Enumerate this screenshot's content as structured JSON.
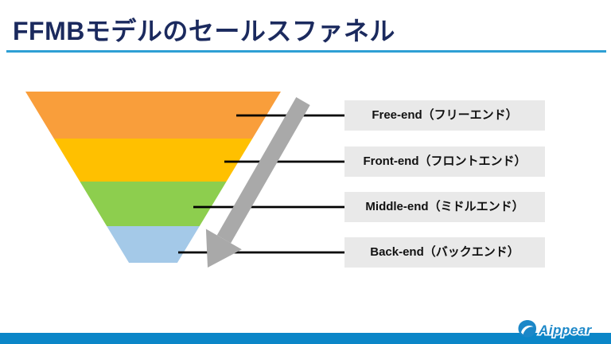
{
  "slide": {
    "title": "FFMBモデルのセールスファネル",
    "title_color": "#1B2A5E",
    "underline_color": "#2E9FD4",
    "background_color": "#FFFFFF"
  },
  "funnel": {
    "layers": [
      {
        "name": "free-end",
        "color": "#F99E3B"
      },
      {
        "name": "front-end",
        "color": "#FFC000"
      },
      {
        "name": "middle-end",
        "color": "#8DCE4E"
      },
      {
        "name": "back-end",
        "color": "#A4C9E8"
      }
    ],
    "arrow_icon": "down-left-flow-arrow-icon",
    "arrow_color": "#A9A9A9",
    "connector_color": "#000000"
  },
  "labels": [
    {
      "text": "Free-end（フリーエンド）"
    },
    {
      "text": "Front-end（フロントエンド）"
    },
    {
      "text": "Middle-end（ミドルエンド）"
    },
    {
      "text": "Back-end（バックエンド）"
    }
  ],
  "label_style": {
    "background_color": "#E9E9E9"
  },
  "footer": {
    "bar_color": "#0B86C8",
    "logo_icon": "cloud-swoosh-icon",
    "logo_text": "Aippear",
    "logo_color": "#1B87C8"
  }
}
